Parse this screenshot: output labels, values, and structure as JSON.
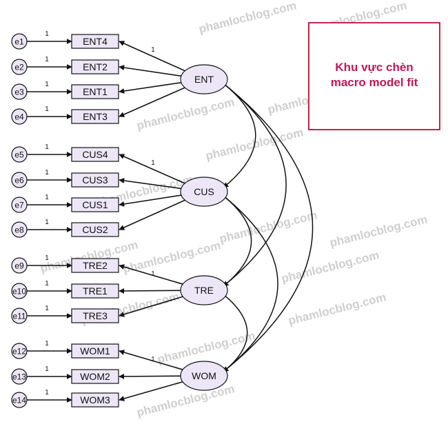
{
  "watermark": "phamlocblog.com",
  "macro_box": {
    "line1": "Khu vực chèn",
    "line2": "macro model fit",
    "border_color": "#c0264e",
    "text_color": "#c0185a"
  },
  "colors": {
    "node_fill": "#ece6f6",
    "stroke": "#111111"
  },
  "groups": [
    {
      "latent": "ENT",
      "loading_label": "1",
      "items": [
        {
          "error": "e1",
          "indicator": "ENT4",
          "weight": "1"
        },
        {
          "error": "e2",
          "indicator": "ENT2",
          "weight": "1"
        },
        {
          "error": "e3",
          "indicator": "ENT1",
          "weight": "1"
        },
        {
          "error": "e4",
          "indicator": "ENT3",
          "weight": "1"
        }
      ]
    },
    {
      "latent": "CUS",
      "loading_label": "1",
      "items": [
        {
          "error": "e5",
          "indicator": "CUS4",
          "weight": "1"
        },
        {
          "error": "e6",
          "indicator": "CUS3",
          "weight": "1"
        },
        {
          "error": "e7",
          "indicator": "CUS1",
          "weight": "1"
        },
        {
          "error": "e8",
          "indicator": "CUS2",
          "weight": "1"
        }
      ]
    },
    {
      "latent": "TRE",
      "loading_label": "1",
      "items": [
        {
          "error": "e9",
          "indicator": "TRE2",
          "weight": "1"
        },
        {
          "error": "e10",
          "indicator": "TRE1",
          "weight": "1"
        },
        {
          "error": "e11",
          "indicator": "TRE3",
          "weight": "1"
        }
      ]
    },
    {
      "latent": "WOM",
      "loading_label": "1",
      "items": [
        {
          "error": "e12",
          "indicator": "WOM1",
          "weight": "1"
        },
        {
          "error": "e13",
          "indicator": "WOM2",
          "weight": "1"
        },
        {
          "error": "e14",
          "indicator": "WOM3",
          "weight": "1"
        }
      ]
    }
  ],
  "covariances": [
    [
      "ENT",
      "CUS"
    ],
    [
      "ENT",
      "TRE"
    ],
    [
      "ENT",
      "WOM"
    ],
    [
      "CUS",
      "TRE"
    ],
    [
      "CUS",
      "WOM"
    ],
    [
      "TRE",
      "WOM"
    ]
  ]
}
